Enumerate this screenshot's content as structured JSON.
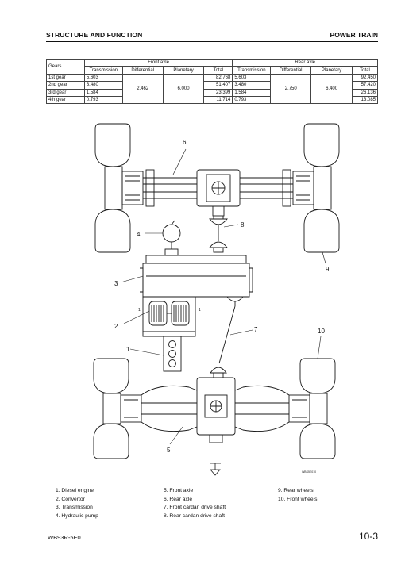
{
  "header": {
    "section": "STRUCTURE AND FUNCTION",
    "chapter": "POWER TRAIN"
  },
  "table": {
    "gears_label": "Gears",
    "front_axle_label": "Front axle",
    "rear_axle_label": "Rear axle",
    "columns": [
      "Transmission",
      "Differential",
      "Planetary",
      "Total",
      "Transmission",
      "Differential",
      "Planetary",
      "Total"
    ],
    "front_differential": "2.462",
    "front_planetary": "6.000",
    "rear_differential": "2.750",
    "rear_planetary": "6.400",
    "rows": [
      {
        "gear": "1st gear",
        "f_trans": "5.603",
        "f_total": "82.768",
        "r_trans": "5.603",
        "r_total": "92.450"
      },
      {
        "gear": "2nd gear",
        "f_trans": "3.480",
        "f_total": "51.407",
        "r_trans": "3.480",
        "r_total": "57.420"
      },
      {
        "gear": "3rd gear",
        "f_trans": "1.584",
        "f_total": "23.399",
        "r_trans": "1.584",
        "r_total": "26.136"
      },
      {
        "gear": "4th gear",
        "f_trans": "0.793",
        "f_total": "11.714",
        "r_trans": "0.793",
        "r_total": "13.085"
      }
    ]
  },
  "diagram": {
    "callouts": [
      "1",
      "2",
      "3",
      "4",
      "5",
      "6",
      "7",
      "8",
      "9",
      "10"
    ],
    "small_marks": [
      "1",
      "1"
    ],
    "figure_code": "WBS5E010",
    "line_color": "#1a1a1a"
  },
  "legend": {
    "col1": [
      "1.  Diesel engine",
      "2.  Convertor",
      "3.  Transmission",
      "4.  Hydraulic pump"
    ],
    "col2": [
      "5.  Front axle",
      "6.  Rear axle",
      "7.  Front cardan drive shaft",
      "8.  Rear cardan drive shaft"
    ],
    "col3": [
      "9.  Rear wheels",
      "10.  Front wheels"
    ]
  },
  "footer": {
    "model": "WB93R-5E0",
    "page": "10-3"
  }
}
